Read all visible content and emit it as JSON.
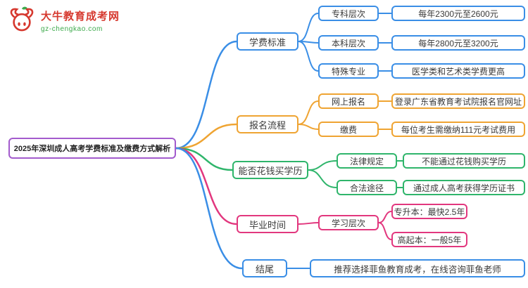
{
  "logo": {
    "title": "大牛教育成考网",
    "subtitle": "gz-chengkao.com"
  },
  "root": {
    "label": "2025年深圳成人高考学费标准及缴费方式解析"
  },
  "colors": {
    "blue": "#3a8ee6",
    "orange": "#efa432",
    "green": "#2fb56b",
    "pink": "#e2377e",
    "purple": "#a35bcd",
    "logo_red": "#d6382e",
    "logo_green": "#3daa4c"
  },
  "branches": [
    {
      "label": "学费标准",
      "children": [
        {
          "label": "专科层次",
          "value": "每年2300元至2600元"
        },
        {
          "label": "本科层次",
          "value": "每年2800元至3200元"
        },
        {
          "label": "特殊专业",
          "value": "医学类和艺术类学费更高"
        }
      ]
    },
    {
      "label": "报名流程",
      "children": [
        {
          "label": "网上报名",
          "value": "登录广东省教育考试院报名官网址"
        },
        {
          "label": "缴费",
          "value": "每位考生需缴纳111元考试费用"
        }
      ]
    },
    {
      "label": "能否花钱买学历",
      "children": [
        {
          "label": "法律规定",
          "value": "不能通过花钱购买学历"
        },
        {
          "label": "合法途径",
          "value": "通过成人高考获得学历证书"
        }
      ]
    },
    {
      "label": "毕业时间",
      "children": [
        {
          "label": "学习层次",
          "values": [
            "专升本：最快2.5年",
            "高起本：一般5年"
          ]
        }
      ]
    },
    {
      "label": "结尾",
      "value": "推荐选择菲鱼教育成考，在线咨询菲鱼老师"
    }
  ]
}
